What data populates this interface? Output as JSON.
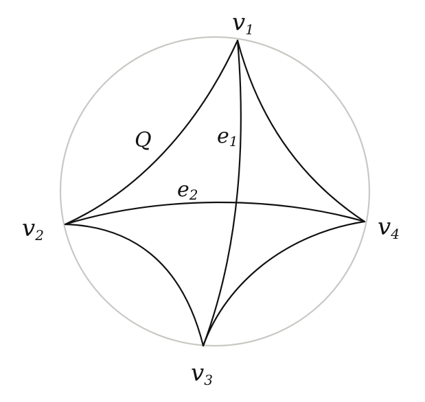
{
  "labels": {
    "v1": {
      "main": "v",
      "sub": "1"
    },
    "v2": {
      "main": "v",
      "sub": "2"
    },
    "v3": {
      "main": "v",
      "sub": "3"
    },
    "v4": {
      "main": "v",
      "sub": "4"
    },
    "Q": "Q",
    "e1": {
      "main": "e",
      "sub": "1"
    },
    "e2": {
      "main": "e",
      "sub": "2"
    }
  },
  "colors": {
    "boundary": "#c8c8c4",
    "lines": "#111111",
    "background": "#ffffff"
  }
}
